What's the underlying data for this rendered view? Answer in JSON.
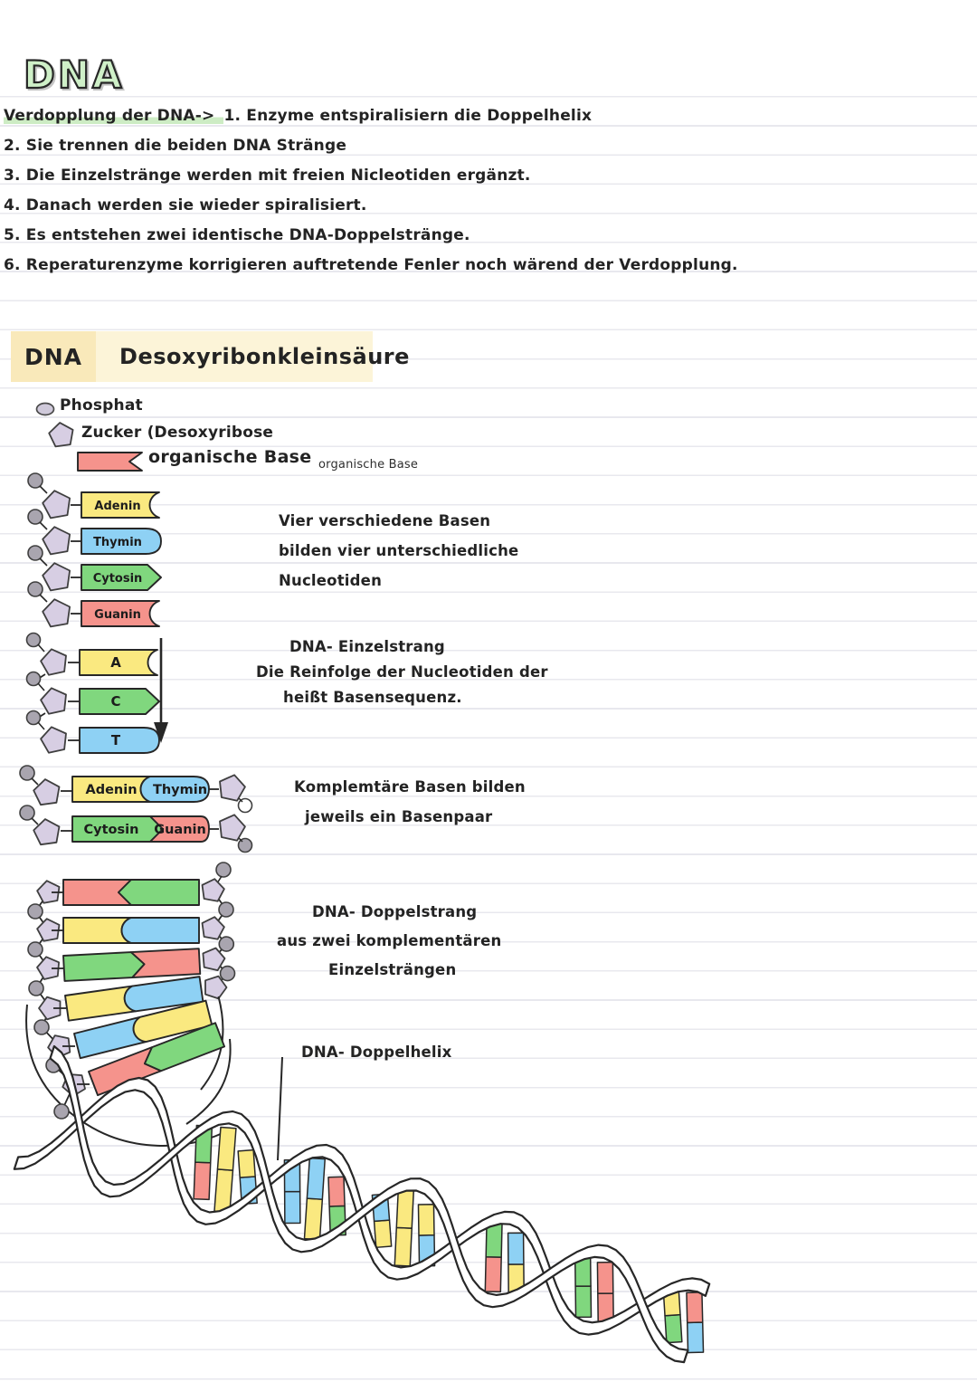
{
  "title": "DNA",
  "replication": {
    "heading": "Verdopplung der  DNA->",
    "step1": "1. Enzyme entspiralisiern die Doppelhelix",
    "steps": [
      "2. Sie trennen  die  beiden  DNA Stränge",
      "3. Die Einzelstränge  werden  mit  freien  Nicleotiden  ergänzt.",
      "4. Danach werden  sie  wieder  spiralisiert.",
      "5. Es entstehen  zwei  identische   DNA-Doppelstränge.",
      "6. Reperaturenzyme  korrigieren   auftretende  Fenler  noch   wärend  der  Verdopplung."
    ]
  },
  "section": {
    "abbr": "DNA",
    "name": "Desoxyribonkleinsäure"
  },
  "components": {
    "phosphat": "Phosphat",
    "zucker": "Zucker (Desoxyribose",
    "base": "organische Base",
    "base_note": "organische Base"
  },
  "bases": [
    {
      "name": "Adenin",
      "color": "#fae980",
      "end": "notch"
    },
    {
      "name": "Thymin",
      "color": "#8ed1f4",
      "end": "round"
    },
    {
      "name": "Cytosin",
      "color": "#80d77e",
      "end": "point"
    },
    {
      "name": "Guanin",
      "color": "#f5938c",
      "end": "notch"
    }
  ],
  "bases_caption": [
    "Vier verschiedene  Basen",
    "bilden vier  unterschiedliche",
    "Nucleotiden"
  ],
  "einzelstrang": {
    "sequence": [
      "A",
      "C",
      "T"
    ],
    "caption": [
      "DNA- Einzelstrang",
      "Die Reinfolge  der  Nucleotiden  der",
      "heißt  Basensequenz."
    ]
  },
  "pairs": {
    "row1": [
      "Adenin",
      "Thymin"
    ],
    "row2": [
      "Cytosin",
      "Guanin"
    ],
    "caption": [
      "Komplemtäre   Basen  bilden",
      "jeweils  ein  Basenpaar"
    ]
  },
  "doppelstrang_caption": [
    "DNA- Doppelstrang",
    "aus  zwei  komplementären",
    "Einzelsträngen"
  ],
  "ladder": {
    "rungs": [
      {
        "left": "#f5938c",
        "right": "#80d77e",
        "joint": "arrowL"
      },
      {
        "left": "#fae980",
        "right": "#8ed1f4",
        "joint": "crescent"
      },
      {
        "left": "#80d77e",
        "right": "#f5938c",
        "joint": "arrowR"
      },
      {
        "left": "#fae980",
        "right": "#8ed1f4",
        "joint": "crescent"
      },
      {
        "left": "#8ed1f4",
        "right": "#fae980",
        "joint": "crescent"
      },
      {
        "left": "#f5938c",
        "right": "#80d77e",
        "joint": "arrowL"
      }
    ]
  },
  "helix": {
    "label": "DNA- Doppelhelix",
    "bar_colors": [
      [
        "#f5938c",
        "#80d77e"
      ],
      [
        "#fae980",
        "#fae980"
      ],
      [
        "#8ed1f4",
        "#fae980"
      ],
      [
        "#8ed1f4",
        "#8ed1f4"
      ],
      [
        "#fae980",
        "#8ed1f4"
      ],
      [
        "#80d77e",
        "#f5938c"
      ],
      [
        "#fae980",
        "#8ed1f4"
      ],
      [
        "#fae980",
        "#fae980"
      ],
      [
        "#8ed1f4",
        "#fae980"
      ],
      [
        "#f5938c",
        "#80d77e"
      ],
      [
        "#fae980",
        "#8ed1f4"
      ],
      [
        "#80d77e",
        "#80d77e"
      ],
      [
        "#f5938c",
        "#f5938c"
      ],
      [
        "#80d77e",
        "#fae980"
      ],
      [
        "#8ed1f4",
        "#f5938c"
      ]
    ]
  },
  "colors": {
    "ink": "#272727",
    "pentagon": "#d7cee3",
    "phosphate": "#a9a5af",
    "ruled_line": "#e8e8ee",
    "highlight_green": "#cdecc4",
    "title_green": "#cff0c8",
    "header_box": "#fcf4d8",
    "header_chip": "#f9e9ba"
  }
}
